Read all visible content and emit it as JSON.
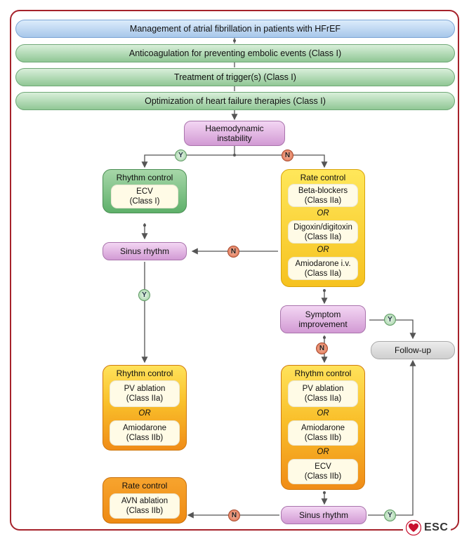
{
  "header": {
    "title": "Management of atrial fibrillation in patients with HFrEF",
    "anticoag": "Anticoagulation for preventing embolic events (Class I)",
    "trigger": "Treatment of trigger(s) (Class I)",
    "optimization": "Optimization of heart failure therapies (Class I)"
  },
  "nodes": {
    "haemo_line1": "Haemodynamic",
    "haemo_line2": "instability",
    "sinus1": "Sinus rhythm",
    "symptom_line1": "Symptom",
    "symptom_line2": "improvement",
    "followup": "Follow-up",
    "sinus2": "Sinus rhythm"
  },
  "labels": {
    "yes": "Y",
    "no": "N",
    "or": "OR"
  },
  "panels": {
    "rhythm_ecv": {
      "title": "Rhythm control",
      "item_line1": "ECV",
      "item_line2": "(Class I)"
    },
    "rate": {
      "title": "Rate control",
      "items": [
        {
          "line1": "Beta-blockers",
          "line2": "(Class IIa)"
        },
        {
          "line1": "Digoxin/digitoxin",
          "line2": "(Class IIa)"
        },
        {
          "line1": "Amiodarone i.v.",
          "line2": "(Class IIa)"
        }
      ]
    },
    "rhythm_left": {
      "title": "Rhythm control",
      "items": [
        {
          "line1": "PV ablation",
          "line2": "(Class IIa)"
        },
        {
          "line1": "Amiodarone",
          "line2": "(Class IIb)"
        }
      ]
    },
    "rhythm_right": {
      "title": "Rhythm control",
      "items": [
        {
          "line1": "PV ablation",
          "line2": "(Class IIa)"
        },
        {
          "line1": "Amiodarone",
          "line2": "(Class IIb)"
        },
        {
          "line1": "ECV",
          "line2": "(Class IIb)"
        }
      ]
    },
    "avn": {
      "title": "Rate control",
      "item_line1": "AVN ablation",
      "item_line2": "(Class IIb)"
    }
  },
  "logo": {
    "text": "ESC",
    "color": "#c8102e"
  },
  "colors": {
    "frame": "#a6222b",
    "blue": "#a7c7ea",
    "green": "#90c795",
    "purple": "#d29ad4",
    "yellow": "#f6c21f",
    "orange": "#ee8a13"
  }
}
